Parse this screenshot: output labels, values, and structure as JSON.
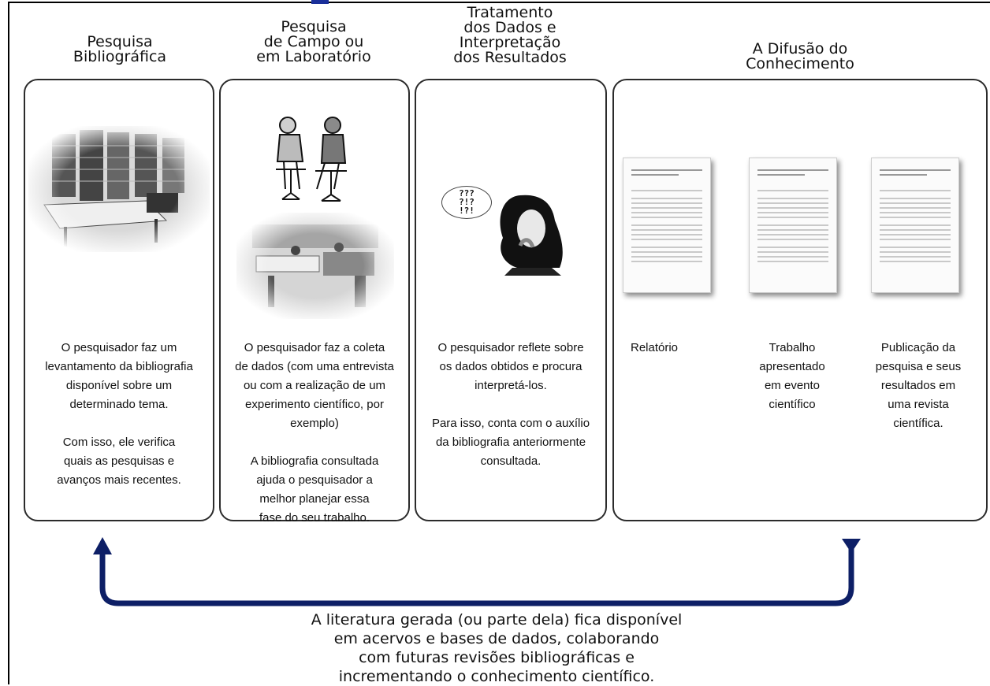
{
  "columns": [
    {
      "title": "Pesquisa\nBibliográfica",
      "description": "O pesquisador faz um\nlevantamento da bibliografia\ndisponível sobre um\ndeterminado tema.\n\nCom isso, ele verifica\nquais as pesquisas e\navanços mais recentes."
    },
    {
      "title": "Pesquisa\nde Campo ou\nem Laboratório",
      "description": "O pesquisador faz a coleta\nde dados (com uma entrevista\nou com a realização de um\nexperimento científico, por\nexemplo)\n\nA bibliografia consultada\najuda o pesquisador a\nmelhor planejar essa\nfase do seu trabalho."
    },
    {
      "title": "Tratamento\ndos Dados e\nInterpretação\ndos Resultados",
      "description": "O pesquisador reflete sobre\nos dados obtidos e procura\ninterpretá-los.\n\nPara isso, conta com o auxílio\nda bibliografia anteriormente\nconsultada."
    },
    {
      "title": "A Difusão do\nConhecimento",
      "outputs": [
        {
          "label": "Relatório"
        },
        {
          "label": "Trabalho\napresentado\nem evento\ncientífico"
        },
        {
          "label": "Publicação da\npesquisa e seus\nresultados em\numa revista\ncientífica."
        }
      ]
    }
  ],
  "thinking_marks": "???\n?!?\n!?!",
  "feedback_text": "A literatura gerada (ou parte dela) fica disponível\nem acervos e bases de dados, colaborando\ncom futuras revisões bibliográficas e\nincrementando o conhecimento científico.",
  "colors": {
    "arrow": "#0d1f66",
    "border": "#2b2b2b"
  }
}
